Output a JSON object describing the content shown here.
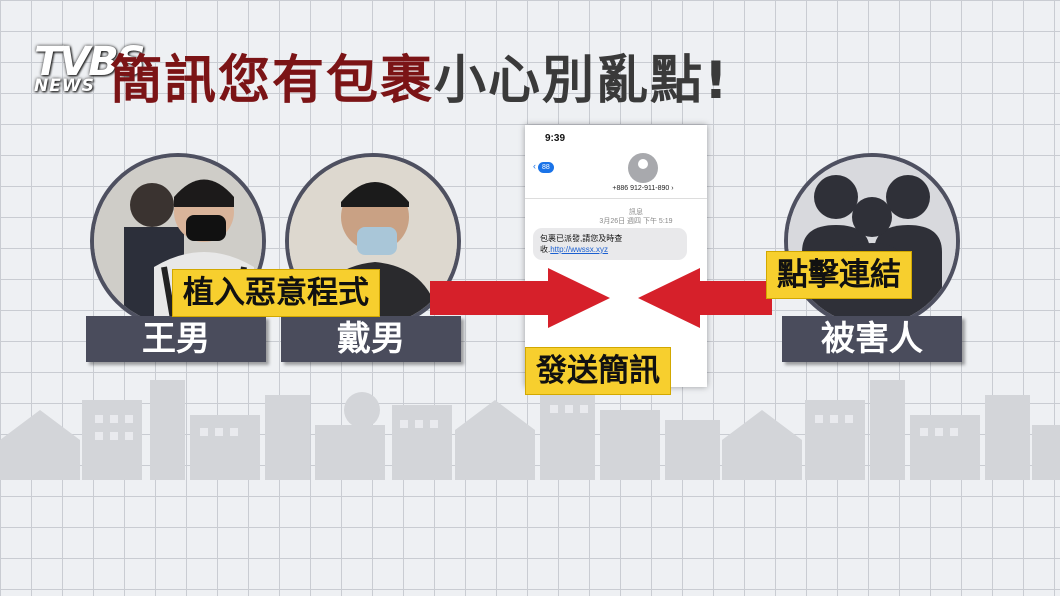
{
  "logo": {
    "main": "TVBS",
    "sub": "NEWS"
  },
  "title": {
    "part1": "簡訊您有包裹",
    "part2": "小心別亂點!"
  },
  "suspects": [
    {
      "name": "王男"
    },
    {
      "name": "戴男"
    }
  ],
  "victim": {
    "name": "被害人"
  },
  "labels": {
    "malware": "植入惡意程式",
    "send_sms": "發送簡訊",
    "click_link": "點擊連結"
  },
  "phone": {
    "time": "9:39",
    "back_count": "88",
    "sender": "+886 912-911-890 ›",
    "kind": "訊息",
    "date": "3月26日 週四 下午 5:19",
    "message": "包裹已派發,請您及時查收.",
    "link": "http://wwssx.xyz"
  },
  "colors": {
    "arrow": "#d6202a",
    "label_bg": "#f7cf2e",
    "plate_bg": "#4a4c5c",
    "title_red": "#7b1416"
  }
}
